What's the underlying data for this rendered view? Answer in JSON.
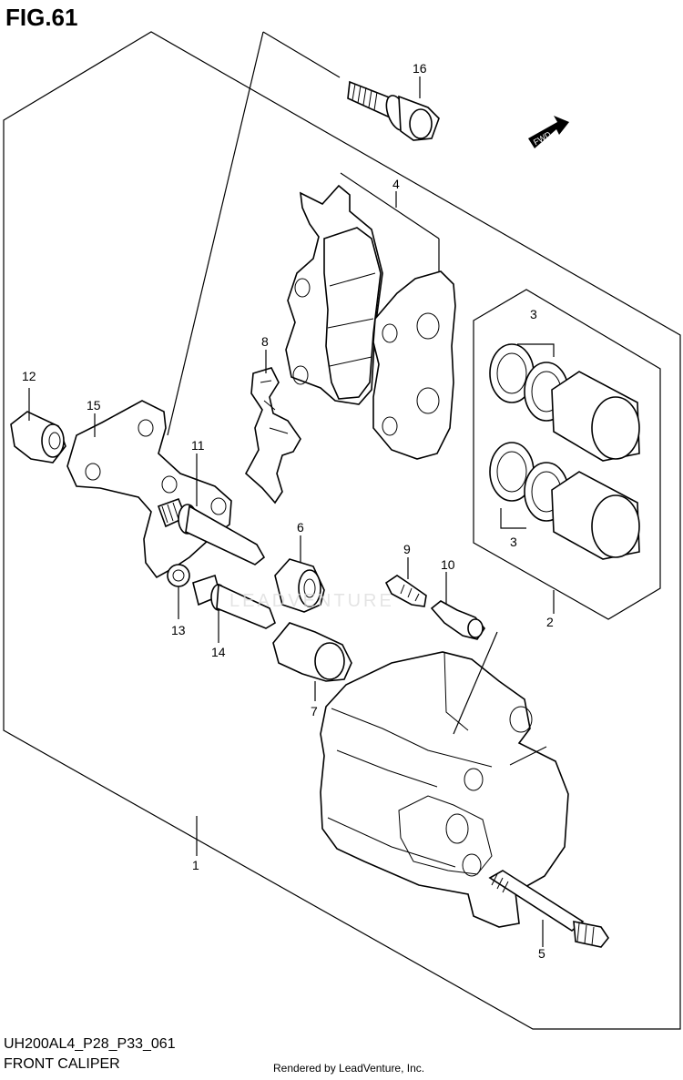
{
  "figure": {
    "title": "FIG.61",
    "model_code": "UH200AL4_P28_P33_061",
    "section_name": "FRONT CALIPER",
    "rendered_by": "Rendered by LeadVenture, Inc.",
    "fwd_label": "FWD",
    "watermark_text": "LEADVENTURE"
  },
  "callouts": [
    {
      "number": "1"
    },
    {
      "number": "2"
    },
    {
      "number": "3"
    },
    {
      "number": "3"
    },
    {
      "number": "4"
    },
    {
      "number": "5"
    },
    {
      "number": "6"
    },
    {
      "number": "7"
    },
    {
      "number": "8"
    },
    {
      "number": "9"
    },
    {
      "number": "10"
    },
    {
      "number": "11"
    },
    {
      "number": "12"
    },
    {
      "number": "13"
    },
    {
      "number": "14"
    },
    {
      "number": "15"
    },
    {
      "number": "16"
    }
  ]
}
